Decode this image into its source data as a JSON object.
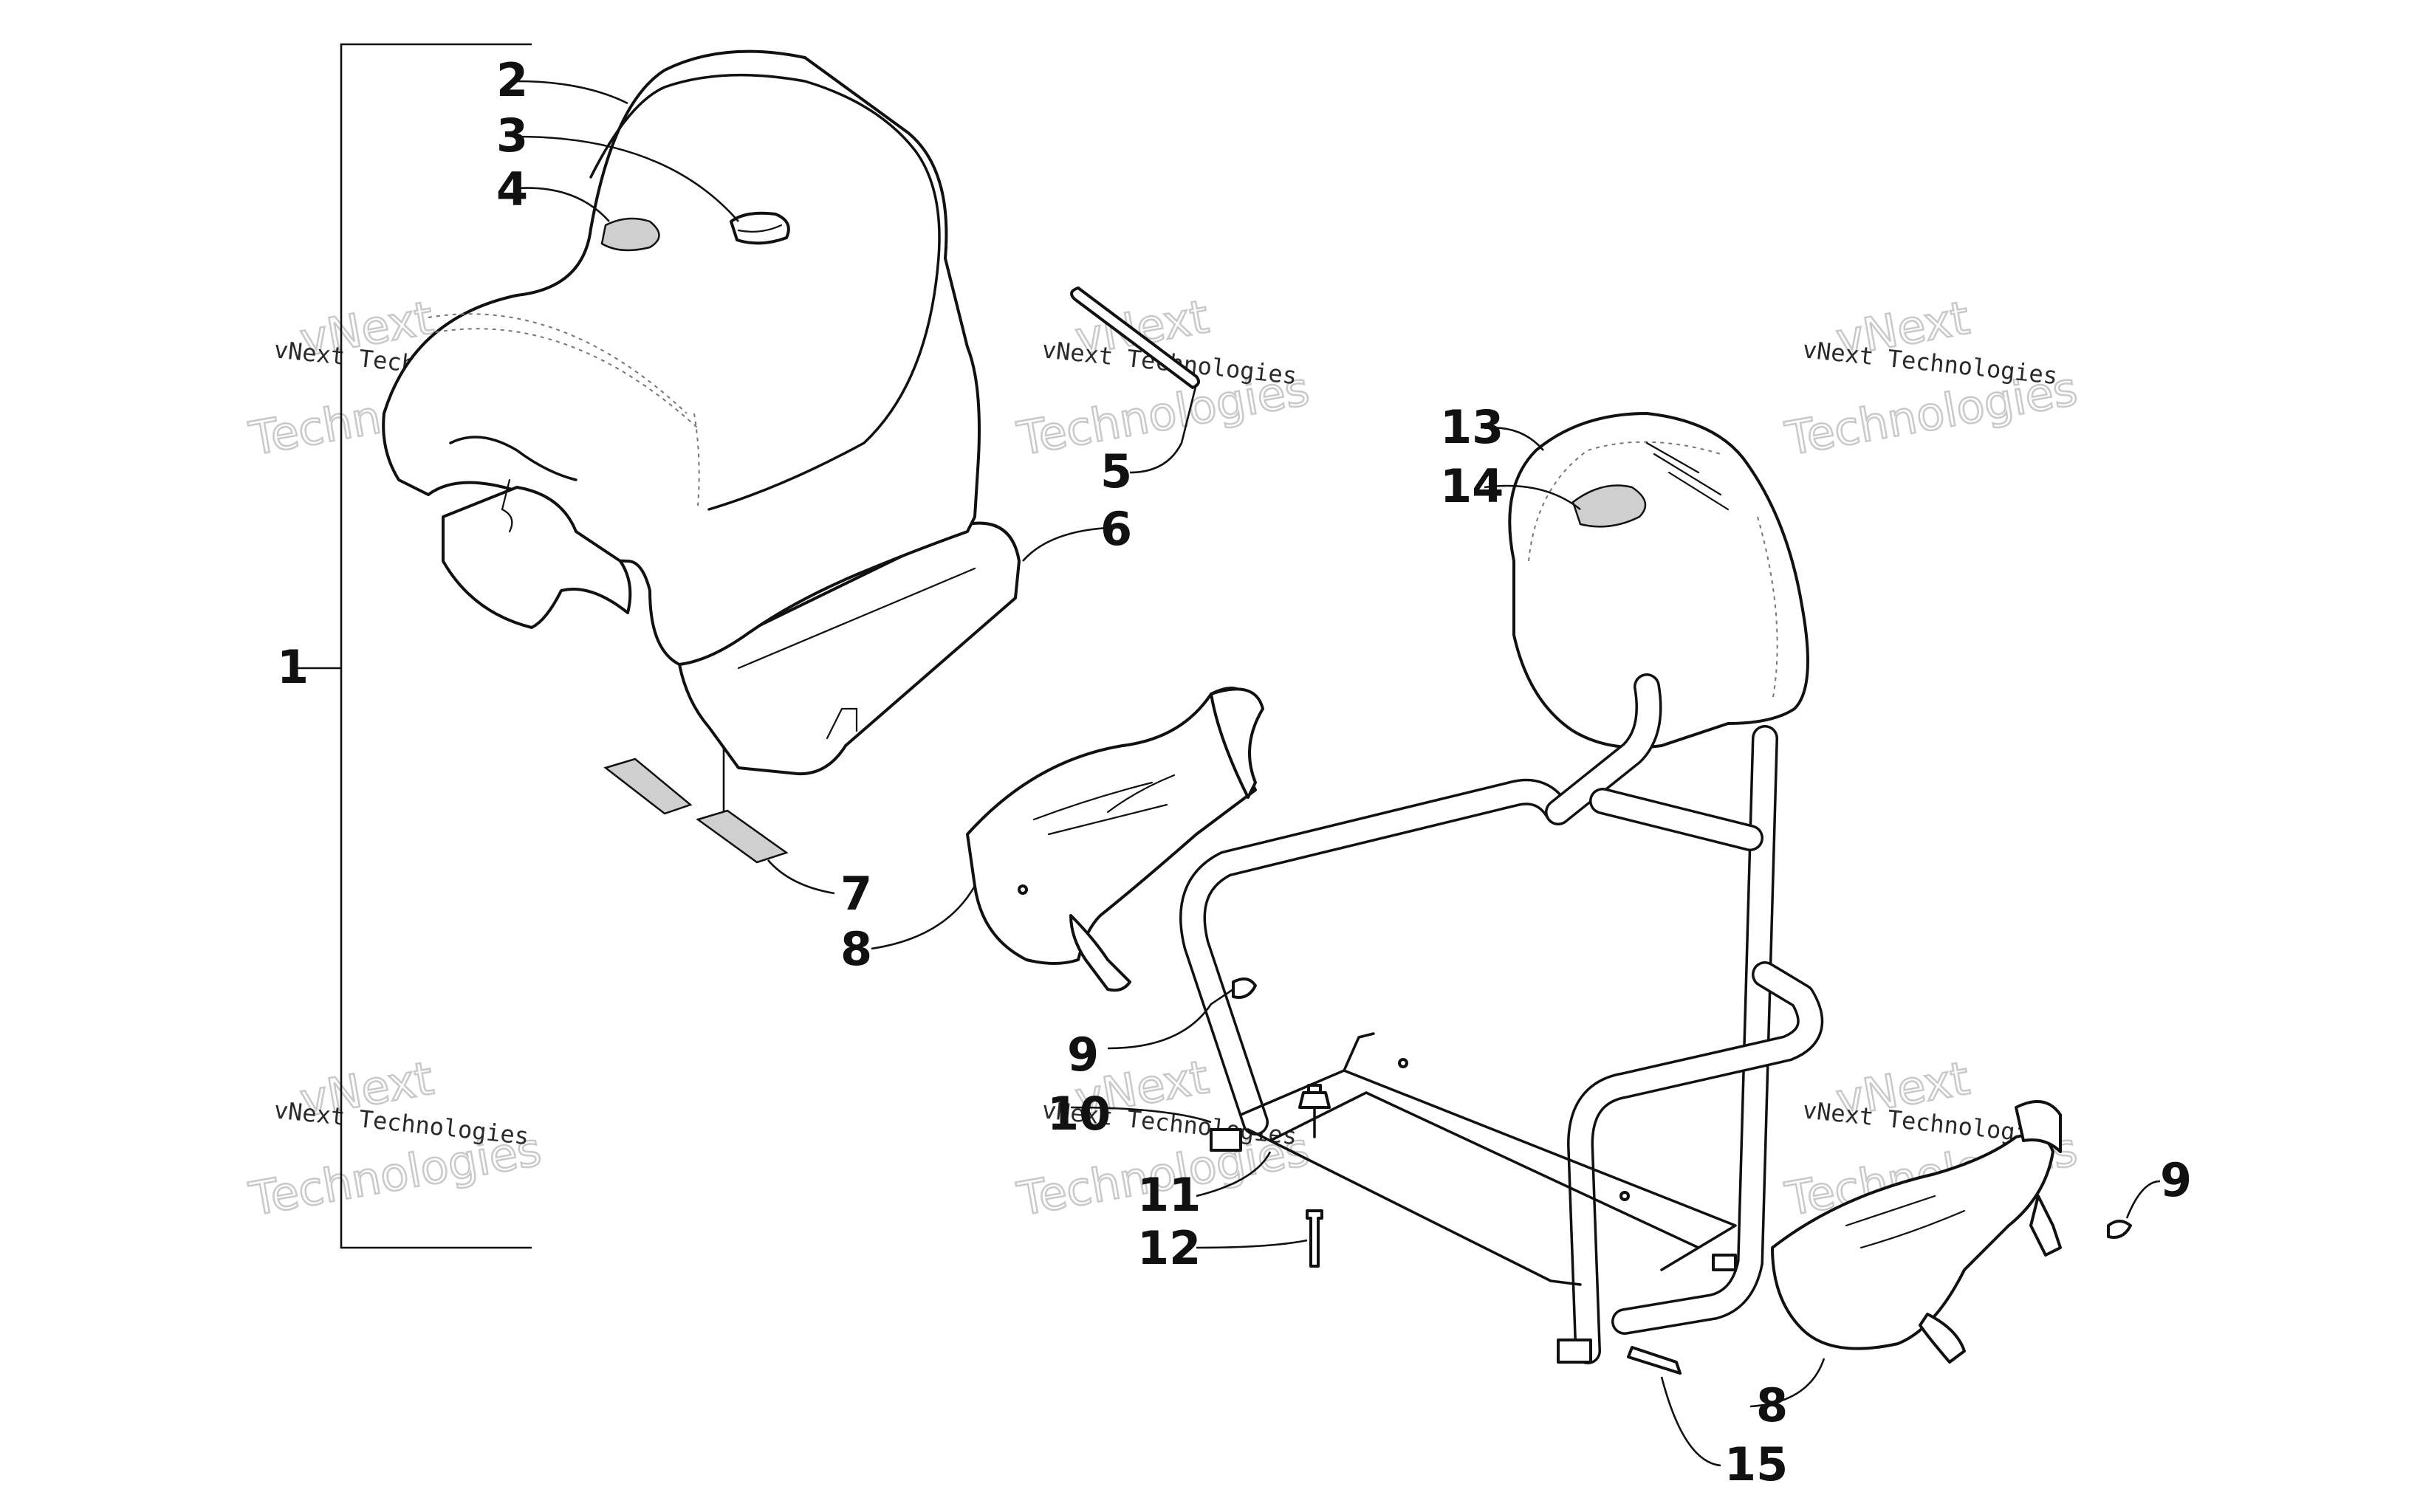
{
  "callouts": {
    "c1": "1",
    "c2": "2",
    "c3": "3",
    "c4": "4",
    "c5": "5",
    "c6": "6",
    "c7": "7",
    "c8a": "8",
    "c8b": "8",
    "c9a": "9",
    "c9b": "9",
    "c10": "10",
    "c11": "11",
    "c12": "12",
    "c13": "13",
    "c14": "14",
    "c15": "15"
  },
  "watermark": {
    "brand": "vNext",
    "line": "vNext Technologies",
    "big": "Technologies"
  },
  "colors": {
    "ink": "#111111",
    "watermark": "#c9c9c9",
    "background": "#ffffff"
  }
}
